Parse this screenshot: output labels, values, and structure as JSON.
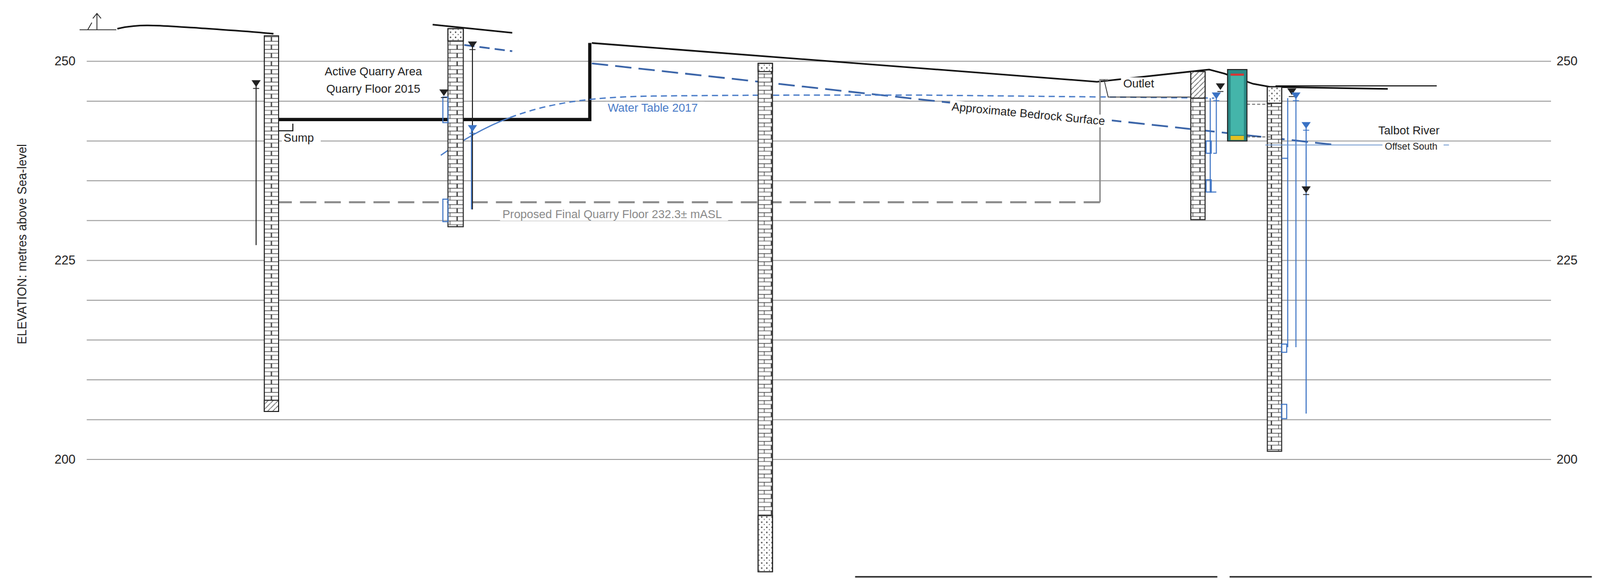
{
  "diagram": {
    "labels": [
      "250",
      "250",
      "225",
      "225",
      "200",
      "200",
      "ELEVATION: metres above Sea-level",
      "Active Quarry Area",
      "Quarry Floor 2015",
      "Sump",
      "Water Table 2017",
      "Approximate Bedrock Surface",
      "Outlet",
      "Proposed Final Quarry Floor  232.3± mASL",
      "Talbot River",
      "Offset South"
    ]
  }
}
